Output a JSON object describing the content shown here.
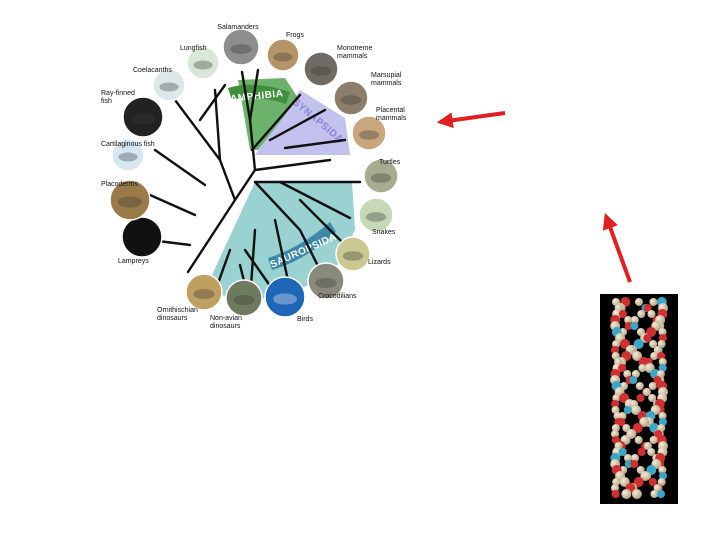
{
  "figure": {
    "clades": {
      "amphibia": "AMPHIBIA",
      "synapsida": "SYNAPSIDA",
      "sauropsida": "SAUROPSIDA"
    },
    "taxa": [
      {
        "label": "Salamanders",
        "icon": "salamander-icon"
      },
      {
        "label": "Frogs",
        "icon": "frog-icon"
      },
      {
        "label": "Monotreme\nmammals",
        "icon": "platypus-icon"
      },
      {
        "label": "Marsupial\nmammals",
        "icon": "marsupial-icon"
      },
      {
        "label": "Placental\nmammals",
        "icon": "placental-mammal-icon"
      },
      {
        "label": "Turtles",
        "icon": "turtle-icon"
      },
      {
        "label": "Snakes",
        "icon": "snake-icon"
      },
      {
        "label": "Lizards",
        "icon": "lizard-icon"
      },
      {
        "label": "Crocodilians",
        "icon": "crocodile-icon"
      },
      {
        "label": "Birds",
        "icon": "bird-icon"
      },
      {
        "label": "Non-avian\ndinosaurs",
        "icon": "dinosaur-icon"
      },
      {
        "label": "Ornithischian\ndinosaurs",
        "icon": "dinosaur-skeleton-icon"
      },
      {
        "label": "Lampreys",
        "icon": "lamprey-icon"
      },
      {
        "label": "Placoderms",
        "icon": "placoderm-icon"
      },
      {
        "label": "Cartilaginous fish",
        "icon": "shark-icon"
      },
      {
        "label": "Ray-finned\nfish",
        "icon": "ray-finned-fish-icon"
      },
      {
        "label": "Coelacanths",
        "icon": "coelacanth-icon"
      },
      {
        "label": "Lungfish",
        "icon": "lungfish-icon"
      }
    ]
  },
  "colors": {
    "amphibia": "#5daa5a",
    "synapsida": "#b9b6ea",
    "sauropsida": "#8ecdcc",
    "arrow": "#e02020",
    "tree": "#111111"
  },
  "dna_model": {
    "icon": "dna-helix-icon"
  }
}
